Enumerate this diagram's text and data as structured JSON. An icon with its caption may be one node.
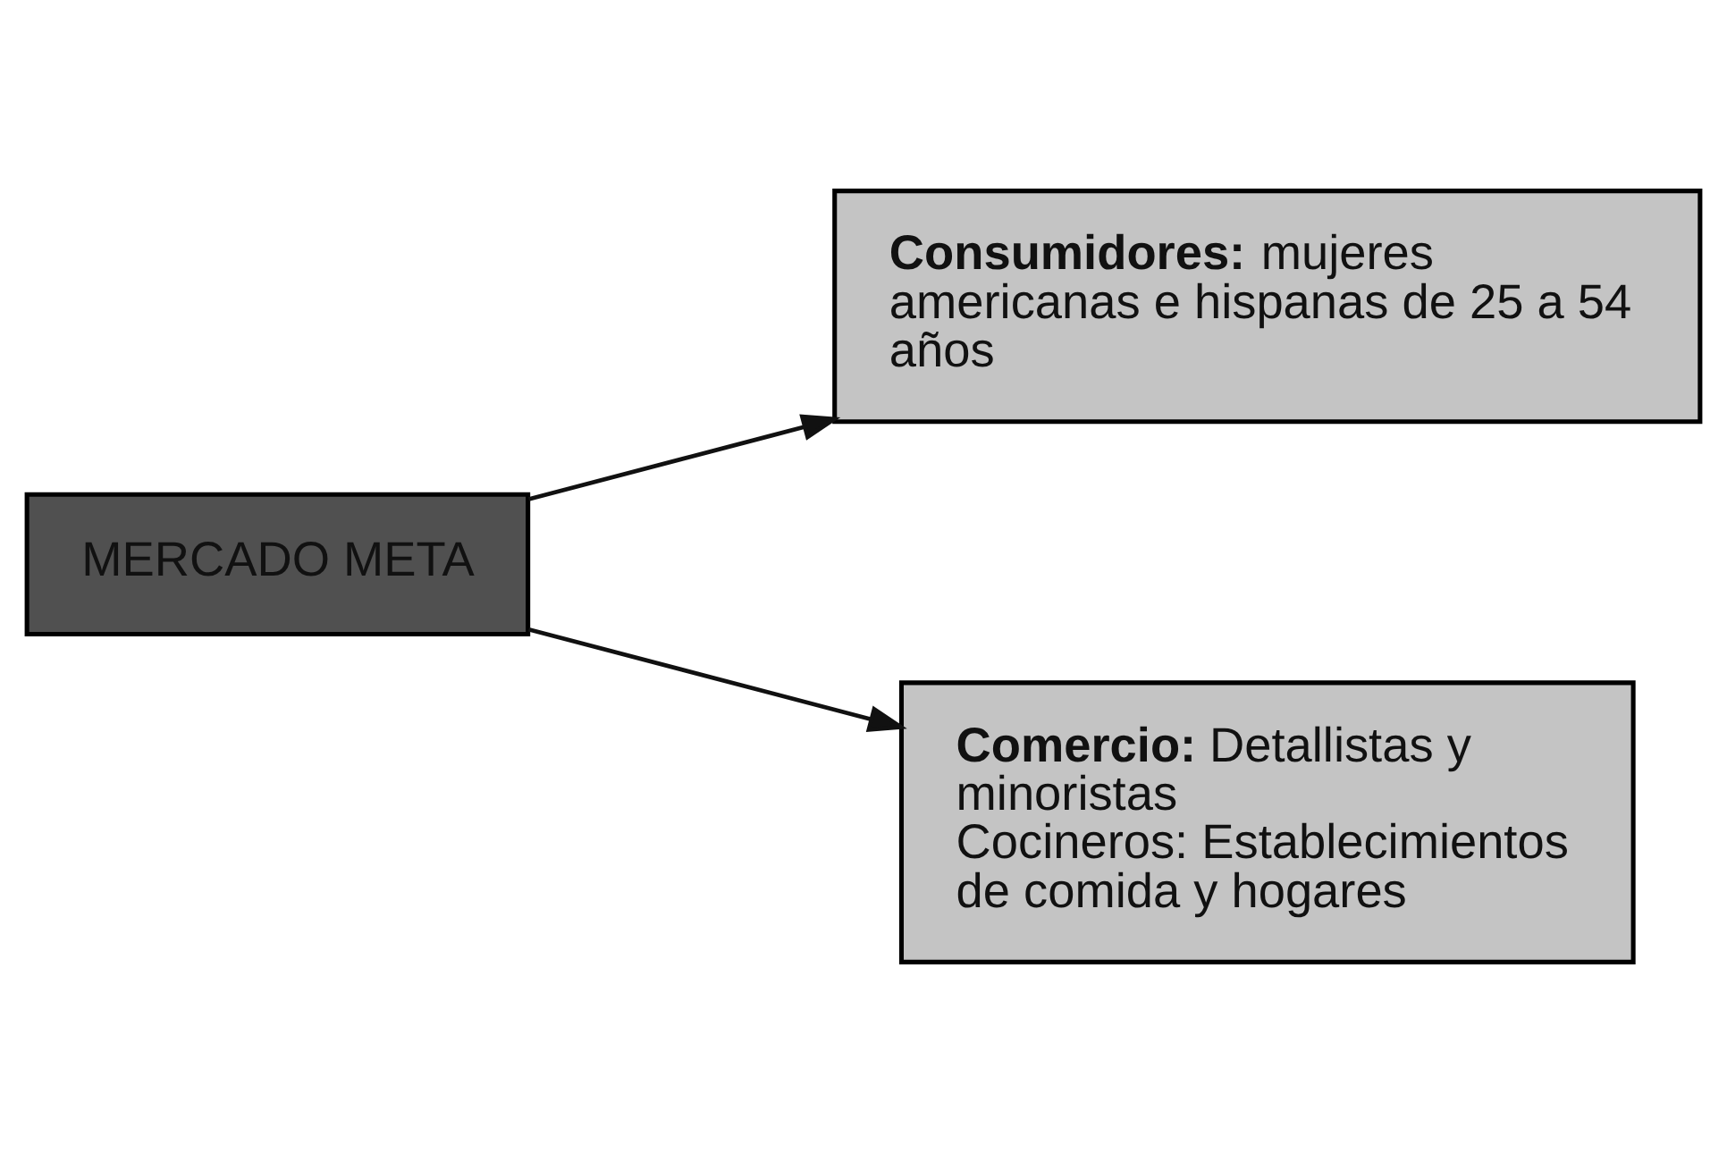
{
  "diagram": {
    "nodes": [
      {
        "text": [
          "MERCADO META"
        ]
      },
      {
        "text": [
          "**Consumidores:** mujeres americanas e hispanas de 25 a 54 años"
        ]
      },
      {
        "text": [
          "**Comercio:** Detallistas y minoristas",
          "Cocineros: Establecimientos de comida y hogares"
        ]
      }
    ],
    "edges": [
      {
        "from": 0,
        "to": 1,
        "arrow": "to"
      },
      {
        "from": 0,
        "to": 2,
        "arrow": "to"
      }
    ]
  }
}
